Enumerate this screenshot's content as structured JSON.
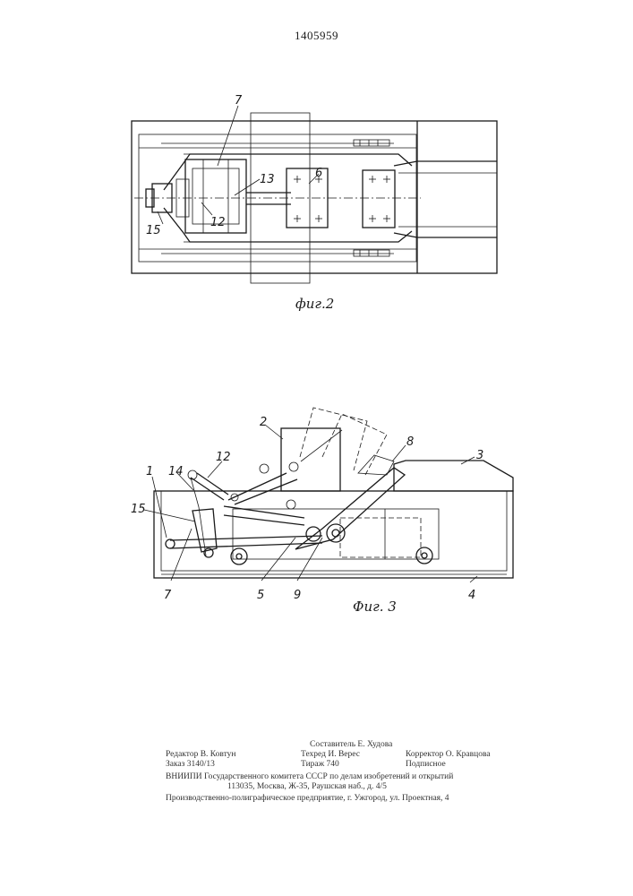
{
  "header": {
    "patent_number": "1405959"
  },
  "figure2": {
    "caption": "фиг.2",
    "callouts": {
      "c7": "7",
      "c13": "13",
      "c6": "6",
      "c12": "12",
      "c15": "15"
    }
  },
  "figure3": {
    "caption": "Фиг. 3",
    "callouts": {
      "c2": "2",
      "c8": "8",
      "c3": "3",
      "c1": "1",
      "c14": "14",
      "c12": "12",
      "c15": "15",
      "c7": "7",
      "c5": "5",
      "c9": "9",
      "c4": "4"
    }
  },
  "imprint": {
    "compiler": "Составитель Е. Худова",
    "editor": "Редактор В. Ковтун",
    "techred": "Техред И. Верес",
    "corrector": "Корректор О. Кравцова",
    "order": "Заказ 3140/13",
    "circulation": "Тираж 740",
    "subscription": "Подписное",
    "org": "ВНИИПИ Государственного комитета СССР по делам изобретений и открытий",
    "address": "113035, Москва, Ж-35, Раушская наб., д. 4/5",
    "printing": "Производственно-полиграфическое предприятие, г. Ужгород, ул. Проектная, 4"
  }
}
